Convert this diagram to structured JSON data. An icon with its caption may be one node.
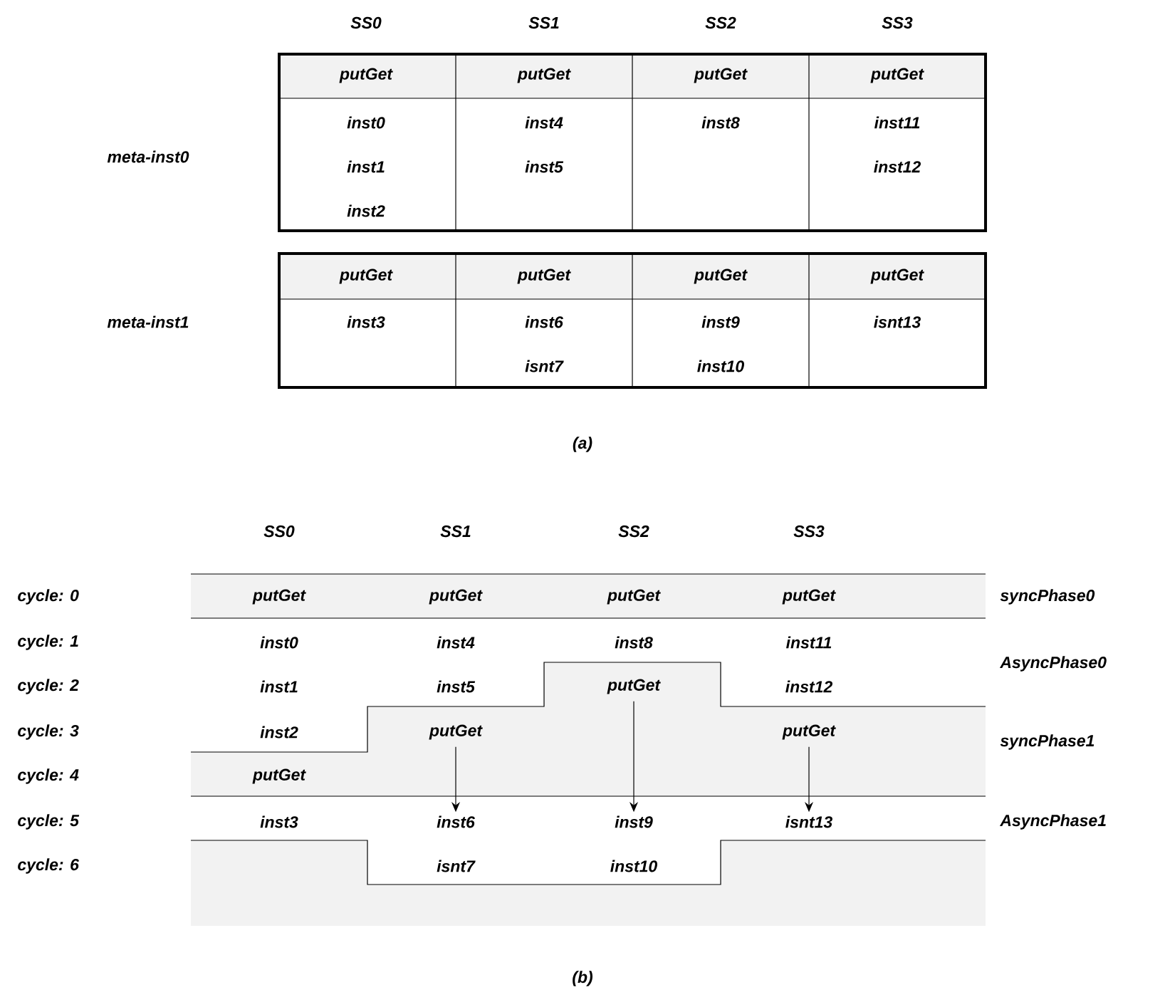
{
  "diagram": {
    "nodes": [
      {
        "text": [
          "putGet"
        ]
      },
      {
        "text": [
          "putGet"
        ]
      },
      {
        "text": [
          "putGet"
        ]
      },
      {
        "text": [
          "inst6"
        ]
      },
      {
        "text": [
          "inst9"
        ]
      },
      {
        "text": [
          "isnt13"
        ]
      }
    ],
    "edges": [
      {
        "from": 1,
        "to": 3,
        "arrow": "to"
      },
      {
        "from": 0,
        "to": 4,
        "arrow": "to"
      },
      {
        "from": 2,
        "to": 5,
        "arrow": "to"
      }
    ],
    "labels": [
      "SS0",
      "SS1",
      "SS2",
      "SS3",
      "putGet",
      "putGet",
      "putGet",
      "putGet",
      "meta-inst0",
      "inst0",
      "inst4",
      "inst8",
      "inst11",
      "inst1",
      "inst5",
      "inst12",
      "inst2",
      "putGet",
      "putGet",
      "putGet",
      "putGet",
      "meta-inst1",
      "inst3",
      "inst6",
      "inst9",
      "isnt13",
      "isnt7",
      "inst10",
      "(a)",
      "SS0",
      "SS1",
      "SS2",
      "SS3",
      "cycle: 0",
      "putGet",
      "putGet",
      "putGet",
      "putGet",
      "syncPhase0",
      "cycle: 1",
      "inst0",
      "inst4",
      "inst8",
      "inst11",
      "AsyncPhase0",
      "cycle: 2",
      "inst1",
      "inst5",
      "inst12",
      "cycle: 3",
      "inst2",
      "syncPhase1",
      "cycle: 4",
      "putGet",
      "cycle: 5",
      "inst3",
      "AsyncPhase1",
      "cycle: 6",
      "isnt7",
      "inst10",
      "(b)"
    ]
  }
}
